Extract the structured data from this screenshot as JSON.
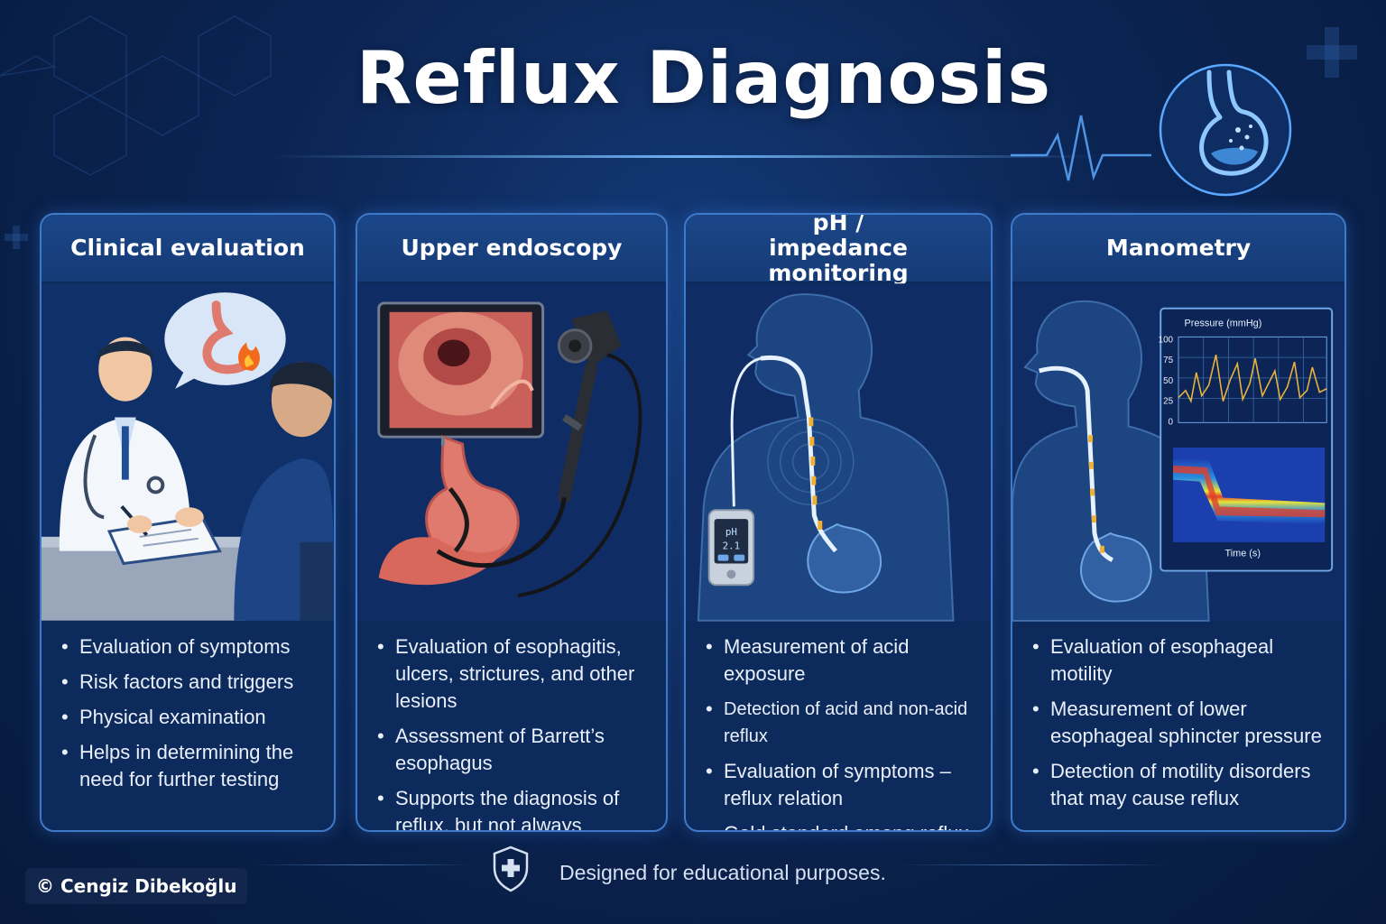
{
  "page": {
    "title": "Reflux Diagnosis",
    "footer_note": "Designed for educational purposes.",
    "copyright": "© Cengiz Dibekoğlu"
  },
  "colors": {
    "background": "#0b2452",
    "card_border": "#3f79c9",
    "card_header": "#1b4688",
    "accent_blue": "#6fb2ff",
    "flame": "#f26b1d",
    "tissue_pink": "#e07a6e"
  },
  "cards": [
    {
      "title": "Clinical evaluation",
      "icon": "doctor-patient-consultation",
      "bullets": [
        "Evaluation of symptoms",
        "Risk factors and triggers",
        "Physical examination",
        "Helps in determining the need for further testing"
      ]
    },
    {
      "title": "Upper endoscopy",
      "icon": "endoscope-stomach",
      "bullets": [
        "Evaluation of esophagitis, ulcers, strictures, and other lesions",
        "Assessment of Barrett’s esophagus",
        "Supports the diagnosis of reflux, but not always necessary"
      ]
    },
    {
      "title": "pH / impedance monitoring",
      "icon": "ph-probe-body",
      "device": {
        "label": "pH",
        "reading": "2.1"
      },
      "bullets": [
        "Measurement of acid exposure",
        "Detection of acid and non-acid reflux",
        "Evaluation of symptoms – reflux relation",
        "Gold standard among reflux evaluation methods"
      ]
    },
    {
      "title": "Manometry",
      "icon": "manometry-catheter-body",
      "pressure_chart": {
        "title": "Pressure (mmHg)",
        "y_ticks": [
          "100",
          "75",
          "50",
          "25",
          "0"
        ],
        "x_label": "Time (s)"
      },
      "bullets": [
        "Evaluation of esophageal motility",
        "Measurement of lower esophageal sphincter pressure",
        "Detection of motility disorders that may cause reflux"
      ]
    }
  ]
}
